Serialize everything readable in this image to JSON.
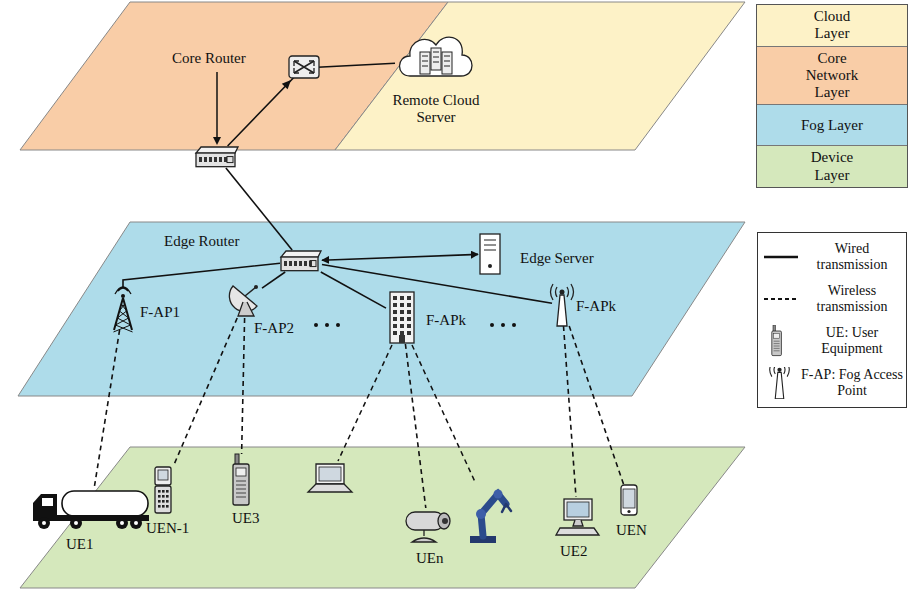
{
  "diagram": {
    "nodes": [
      {
        "text": [
          "Core Router"
        ]
      },
      {
        "text": [
          "Remote Cloud Server"
        ]
      },
      {
        "text": [
          "Edge Router"
        ]
      },
      {
        "text": [
          "Edge Server"
        ]
      },
      {
        "text": [
          "F-AP1"
        ]
      },
      {
        "text": [
          "F-AP2"
        ]
      },
      {
        "text": [
          "F-APk"
        ]
      },
      {
        "text": [
          "F-APk"
        ]
      },
      {
        "text": [
          "UE1"
        ]
      },
      {
        "text": [
          "UEN-1"
        ]
      },
      {
        "text": [
          "UE3"
        ]
      },
      {
        "text": [
          "UEn"
        ]
      },
      {
        "text": [
          "UE2"
        ]
      },
      {
        "text": [
          "UEN"
        ]
      }
    ],
    "edges": [
      {
        "from": 0,
        "to": 1,
        "arrow": "none"
      },
      {
        "from": 0,
        "to": 2,
        "arrow": "none"
      },
      {
        "from": 2,
        "to": 3,
        "arrow": "both"
      },
      {
        "from": 2,
        "to": 4,
        "arrow": "none"
      },
      {
        "from": 2,
        "to": 5,
        "arrow": "none"
      },
      {
        "from": 2,
        "to": 6,
        "arrow": "none"
      },
      {
        "from": 2,
        "to": 7,
        "arrow": "none"
      },
      {
        "from": 4,
        "to": 8,
        "arrow": "none"
      },
      {
        "from": 5,
        "to": 9,
        "arrow": "none"
      },
      {
        "from": 5,
        "to": 10,
        "arrow": "none"
      },
      {
        "from": 6,
        "to": 11,
        "arrow": "none"
      },
      {
        "from": 7,
        "to": 12,
        "arrow": "none"
      },
      {
        "from": 7,
        "to": 13,
        "arrow": "none"
      }
    ],
    "legend": [
      {
        "text": "Cloud Layer",
        "color": "#fdf2c7"
      },
      {
        "text": "Core Network Layer",
        "color": "#f9cda7"
      },
      {
        "text": "Fog Layer",
        "color": "#aedcea"
      },
      {
        "text": "Device Layer",
        "color": "#d5e8bc"
      },
      {
        "text": "Wired transmission"
      },
      {
        "text": "Wireless transmission"
      },
      {
        "text": "UE: User Equipment"
      },
      {
        "text": "F-AP: Fog Access Point"
      }
    ]
  }
}
